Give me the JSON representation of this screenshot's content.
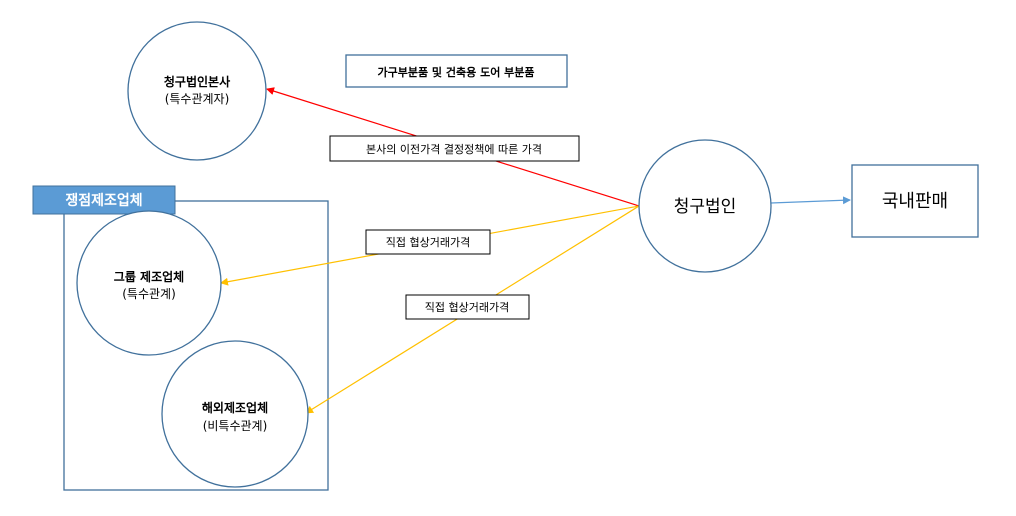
{
  "nodes": {
    "hq": {
      "title": "청구법인본사",
      "subtitle": "(특수관계자)"
    },
    "claimant": {
      "title": "청구법인"
    },
    "group_maker": {
      "title": "그룹 제조업체",
      "subtitle": "(특수관계)"
    },
    "overseas_maker": {
      "title": "해외제조업체",
      "subtitle": "(비특수관계)"
    },
    "domestic_sales": {
      "title": "국내판매"
    }
  },
  "competitor_group": {
    "label": "쟁점제조업체"
  },
  "product_box": {
    "label": "가구부분품 및 건축용 도어 부분품"
  },
  "edge_labels": {
    "hq_price": "본사의 이전가격 결정정책에 따른 가격",
    "direct_1": "직접 협상거래가격",
    "direct_2": "직접 협상거래가격"
  },
  "colors": {
    "circle_stroke": "#41719c",
    "box_stroke": "#41719c",
    "group_tab_fill": "#5b9bd5",
    "red_arrow": "#ff0000",
    "yellow_arrow": "#ffc000",
    "blue_arrow": "#5b9bd5"
  }
}
